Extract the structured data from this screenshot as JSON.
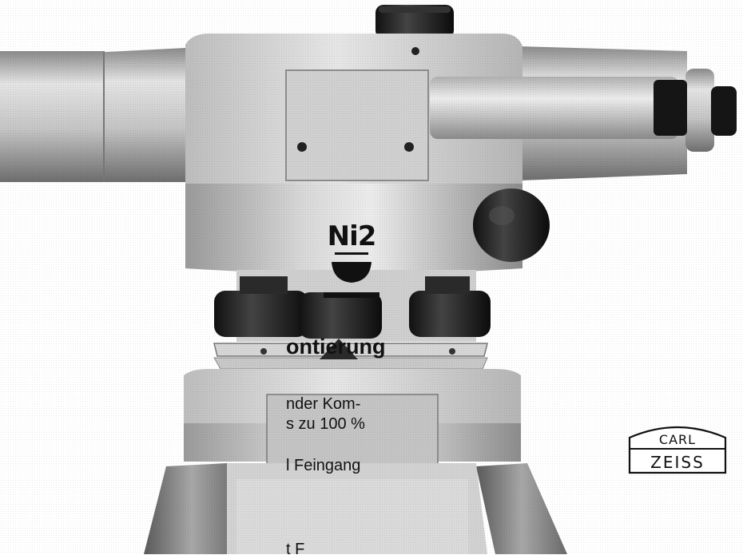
{
  "product": {
    "model_label": "Ni2"
  },
  "text_block": {
    "heading": "ontierung",
    "lines": [
      "nder Kom-",
      "s zu 100 %",
      "l Feingang",
      "t F"
    ]
  },
  "logo": {
    "line1": "CARL",
    "line2": "ZEISS"
  }
}
